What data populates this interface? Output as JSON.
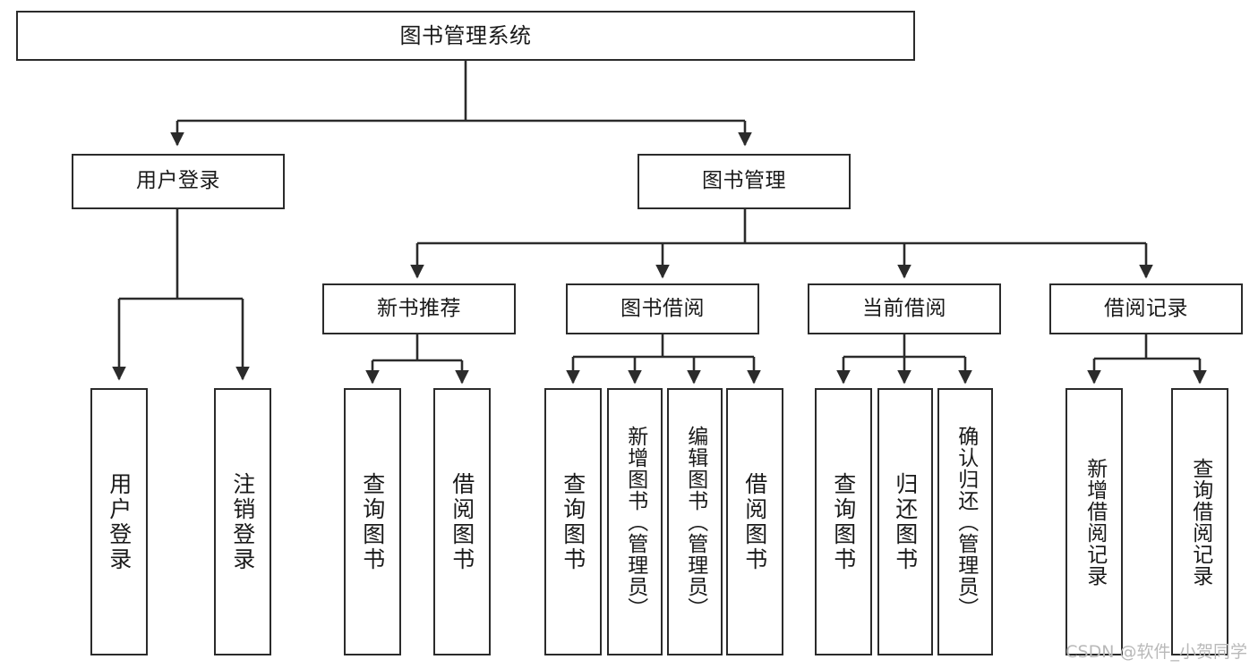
{
  "diagram": {
    "title": "图书管理系统",
    "style": {
      "line_color": "#2b2b2b",
      "box_fill": "#ffffff",
      "text_color": "#1a1a1a",
      "background": "#ffffff"
    },
    "levels": {
      "root": {
        "label": "图书管理系统"
      },
      "level2": [
        {
          "id": "user-login",
          "label": "用户登录"
        },
        {
          "id": "book-manage",
          "label": "图书管理"
        }
      ],
      "level3": [
        {
          "id": "new-book-rec",
          "label": "新书推荐"
        },
        {
          "id": "book-borrow",
          "label": "图书借阅"
        },
        {
          "id": "current-borrow",
          "label": "当前借阅"
        },
        {
          "id": "borrow-record",
          "label": "借阅记录"
        }
      ],
      "leaves": [
        {
          "id": "leaf-user-login",
          "label": "用户登录",
          "parent": "user-login"
        },
        {
          "id": "leaf-logout",
          "label": "注销登录",
          "parent": "user-login"
        },
        {
          "id": "leaf-query-book-1",
          "label": "查询图书",
          "parent": "new-book-rec"
        },
        {
          "id": "leaf-borrow-book-1",
          "label": "借阅图书",
          "parent": "new-book-rec"
        },
        {
          "id": "leaf-query-book-2",
          "label": "查询图书",
          "parent": "book-borrow"
        },
        {
          "id": "leaf-add-book",
          "label": "新增图书（管理员）",
          "parent": "book-borrow"
        },
        {
          "id": "leaf-edit-book",
          "label": "编辑图书（管理员）",
          "parent": "book-borrow"
        },
        {
          "id": "leaf-borrow-book-2",
          "label": "借阅图书",
          "parent": "book-borrow"
        },
        {
          "id": "leaf-query-book-3",
          "label": "查询图书",
          "parent": "current-borrow"
        },
        {
          "id": "leaf-return-book",
          "label": "归还图书",
          "parent": "current-borrow"
        },
        {
          "id": "leaf-confirm-return",
          "label": "确认归还（管理员）",
          "parent": "current-borrow"
        },
        {
          "id": "leaf-add-record",
          "label": "新增借阅记录",
          "parent": "borrow-record"
        },
        {
          "id": "leaf-query-record",
          "label": "查询借阅记录",
          "parent": "borrow-record"
        }
      ]
    }
  },
  "watermark": {
    "text": "CSDN @软件_小贺同学"
  }
}
